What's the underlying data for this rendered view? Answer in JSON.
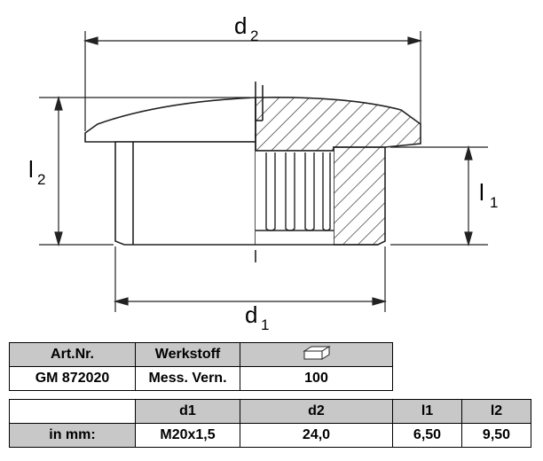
{
  "drawing": {
    "dim_d2": "d",
    "dim_d2_sub": "2",
    "dim_d1": "d",
    "dim_d1_sub": "1",
    "dim_l2": "l",
    "dim_l2_sub": "2",
    "dim_l1": "l",
    "dim_l1_sub": "1"
  },
  "table_top": {
    "headers": [
      "Art.Nr.",
      "Werkstoff"
    ],
    "icon": "block-icon",
    "row": [
      "GM 872020",
      "Mess. Vern.",
      "100"
    ]
  },
  "table_bottom": {
    "headers": [
      "d1",
      "d2",
      "l1",
      "l2"
    ],
    "row_label": "in mm:",
    "values": [
      "M20x1,5",
      "24,0",
      "6,50",
      "9,50"
    ]
  }
}
